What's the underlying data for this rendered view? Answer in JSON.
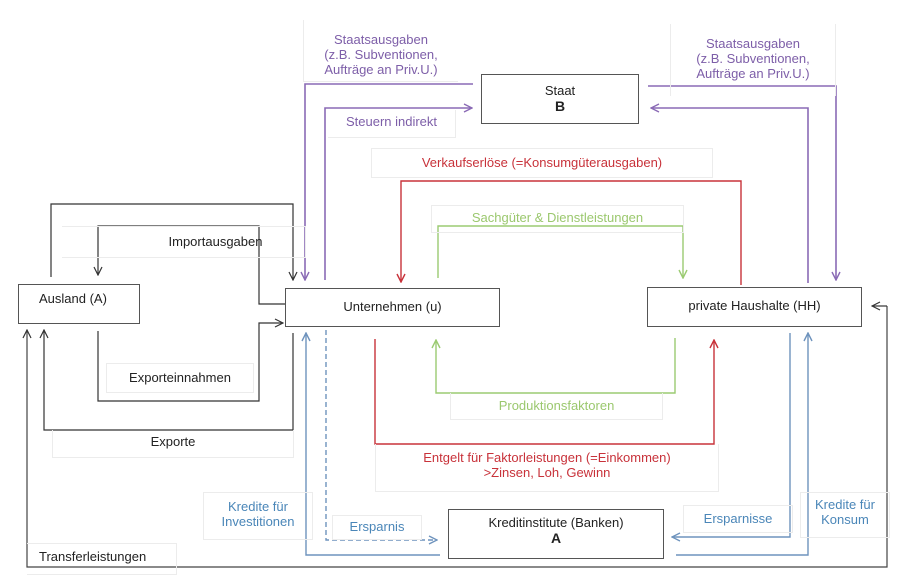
{
  "colors": {
    "purple": "#8a6ab5",
    "red": "#c8323a",
    "green": "#9bcb72",
    "blue": "#6e93bd",
    "black": "#333333"
  },
  "nodes": {
    "staat": {
      "line1": "Staat",
      "line2": "B"
    },
    "unternehmen": {
      "line1": "Unternehmen  (u)"
    },
    "haushalte": {
      "line1": "private Haushalte  (HH)"
    },
    "ausland": {
      "line1": "Ausland  (A)"
    },
    "banken": {
      "line1": "Kreditinstitute (Banken)",
      "line2": "A"
    }
  },
  "labels": {
    "staatsausgaben_left": {
      "line1": "Staatsausgaben",
      "line2": "(z.B. Subventionen,",
      "line3": "Aufträge an Priv.U.)"
    },
    "staatsausgaben_right": {
      "line1": "Staatsausgaben",
      "line2": "(z.B. Subventionen,",
      "line3": "Aufträge an Priv.U.)"
    },
    "steuern": "Steuern indirekt",
    "verkaufserloese": "Verkaufserlöse (=Konsumgüterausgaben)",
    "sachgueter": "Sachgüter & Dienstleistungen",
    "importausgaben": "Importausgaben",
    "exporteinnahmen": "Exporteinnahmen",
    "exporte": "Exporte",
    "produktionsfaktoren": "Produktionsfaktoren",
    "entgelt": {
      "line1": "Entgelt für Faktorleistungen (=Einkommen)",
      "line2": ">Zinsen, Loh, Gewinn"
    },
    "kredite_investitionen": {
      "line1": "Kredite für",
      "line2": "Investitionen"
    },
    "ersparnis": "Ersparnis",
    "ersparnisse": "Ersparnisse",
    "kredite_konsum": {
      "line1": "Kredite für",
      "line2": "Konsum"
    },
    "transferleistungen": "Transferleistungen"
  }
}
